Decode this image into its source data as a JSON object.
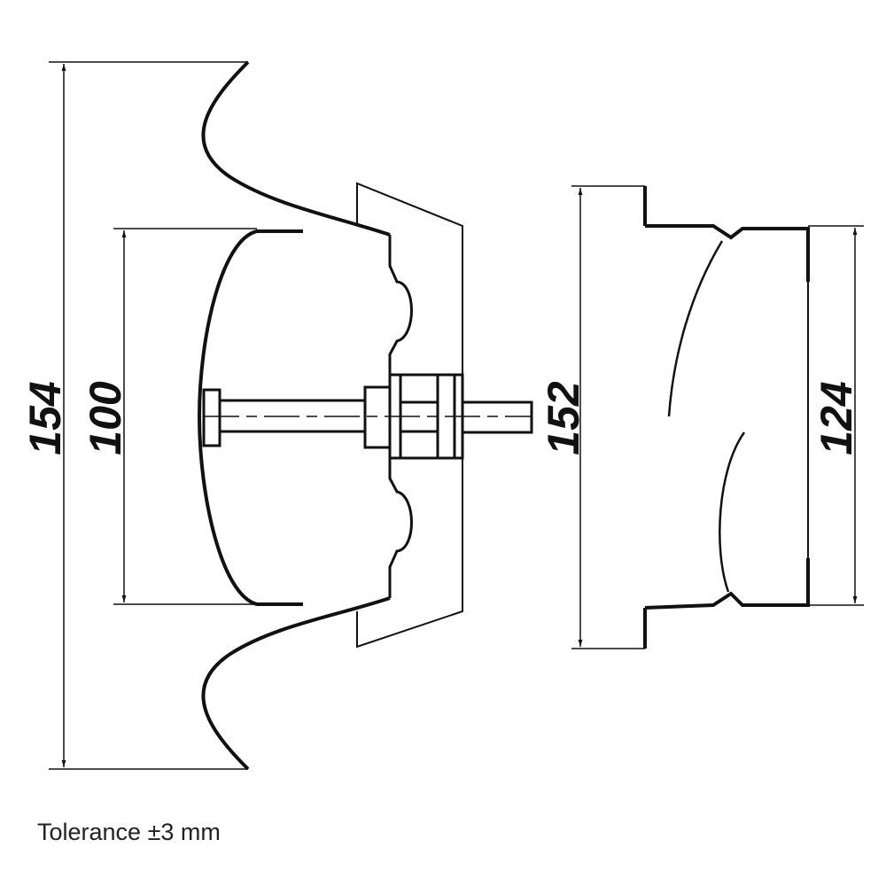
{
  "dimensions": {
    "outer_height": "154",
    "inner_height": "100",
    "flange_height": "152",
    "body_height": "124"
  },
  "note": "Tolerance ±3 mm",
  "colors": {
    "line": "#111111",
    "background": "#ffffff"
  }
}
